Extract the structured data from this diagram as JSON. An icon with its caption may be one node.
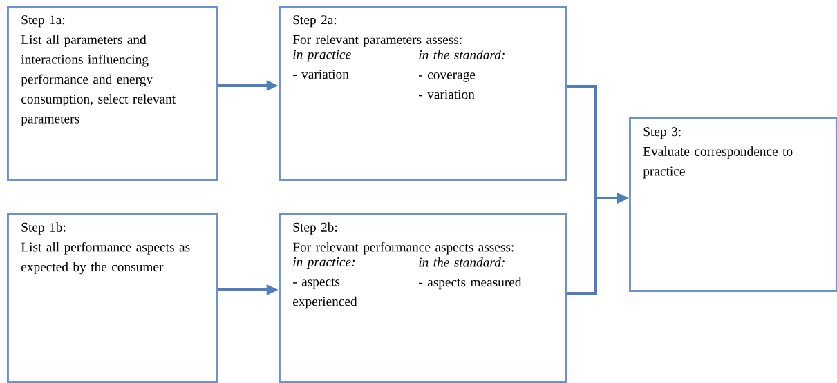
{
  "diagram": {
    "nodes": [
      {
        "text": [
          "Step 1a:",
          "List all parameters and interactions influencing performance and energy consumption, select relevant parameters"
        ]
      },
      {
        "text": [
          "Step 2a:",
          "For relevant parameters assess:",
          "in practice",
          "- variation",
          "in the standard:",
          "- coverage",
          "- variation"
        ]
      },
      {
        "text": [
          "Step 1b:",
          "List all performance aspects as expected by the consumer"
        ]
      },
      {
        "text": [
          "Step 2b:",
          "For relevant performance aspects assess:",
          "in practice:",
          "- aspects experienced",
          "in the standard:",
          "- aspects measured"
        ]
      },
      {
        "text": [
          "Step 3:",
          "Evaluate correspondence to practice"
        ]
      }
    ],
    "edges": [
      {
        "from": 0,
        "to": 1,
        "arrow": "to"
      },
      {
        "from": 2,
        "to": 3,
        "arrow": "to"
      },
      {
        "from": 1,
        "to": 4,
        "arrow": "to"
      },
      {
        "from": 3,
        "to": 4,
        "arrow": "to"
      }
    ]
  }
}
